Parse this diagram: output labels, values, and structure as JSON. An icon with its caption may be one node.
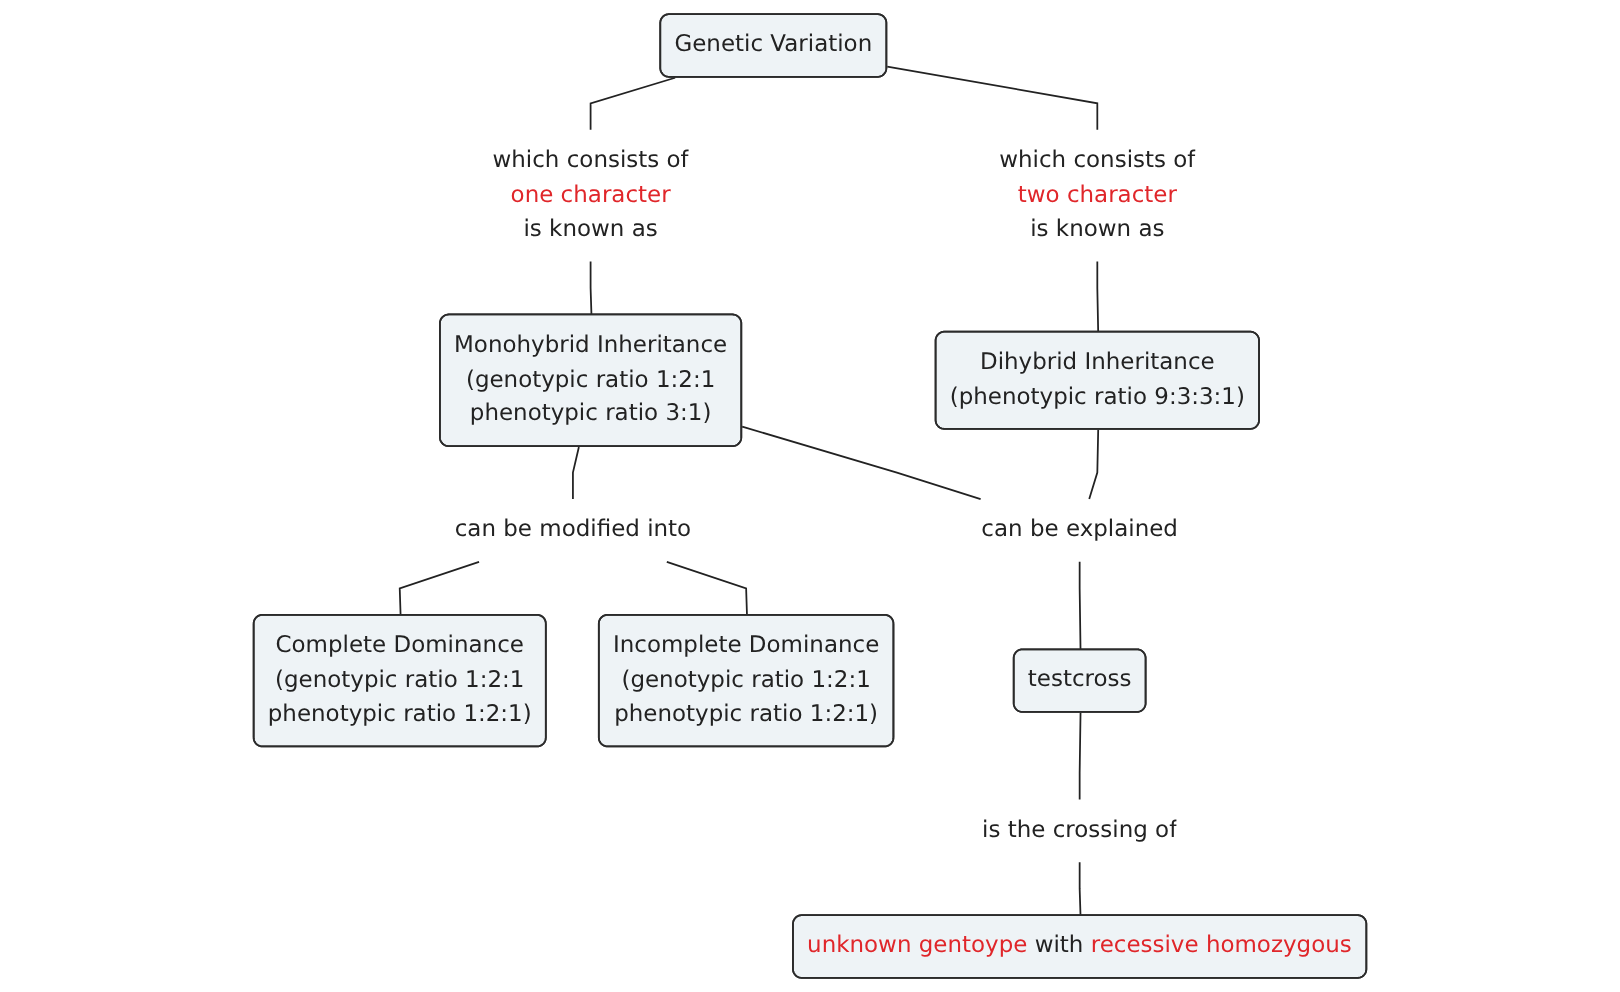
{
  "diagram": {
    "nodes": [
      {
        "text": [
          "Genetic Variation"
        ]
      },
      {
        "text": [
          "which consists of",
          "one character",
          "is known as"
        ]
      },
      {
        "text": [
          "which consists of",
          "two character",
          "is known as"
        ]
      },
      {
        "text": [
          "Monohybrid Inheritance",
          "(genotypic ratio 1:2:1 phenotypic ratio 3:1)"
        ]
      },
      {
        "text": [
          "Dihybrid Inheritance",
          "(phenotypic ratio 9:3:3:1)"
        ]
      },
      {
        "text": [
          "can be explained"
        ]
      },
      {
        "text": [
          "can be modified into"
        ]
      },
      {
        "text": [
          "testcross"
        ]
      },
      {
        "text": [
          "Complete Dominance",
          "(genotypic ratio 1:2:1 phenotypic ratio 1:2:1)"
        ]
      },
      {
        "text": [
          "Incomplete Dominance",
          "(genotypic ratio 1:2:1 phenotypic ratio 1:2:1)"
        ]
      },
      {
        "text": [
          "is the crossing of"
        ]
      },
      {
        "text": [
          "unknown gentoype",
          "with",
          "recessive homozygous"
        ]
      }
    ],
    "edges": [
      {
        "from": 0,
        "to": 1,
        "arrow": "none"
      },
      {
        "from": 1,
        "to": 3,
        "arrow": "none"
      },
      {
        "from": 0,
        "to": 2,
        "arrow": "none"
      },
      {
        "from": 2,
        "to": 4,
        "arrow": "none"
      },
      {
        "from": 3,
        "to": 5,
        "arrow": "none"
      },
      {
        "from": 4,
        "to": 5,
        "arrow": "none"
      },
      {
        "from": 5,
        "to": 7,
        "arrow": "none"
      },
      {
        "from": 3,
        "to": 6,
        "arrow": "none"
      },
      {
        "from": 6,
        "to": 8,
        "arrow": "none"
      },
      {
        "from": 6,
        "to": 9,
        "arrow": "none"
      },
      {
        "from": 7,
        "to": 10,
        "arrow": "none"
      },
      {
        "from": 10,
        "to": 11,
        "arrow": "none"
      }
    ]
  }
}
